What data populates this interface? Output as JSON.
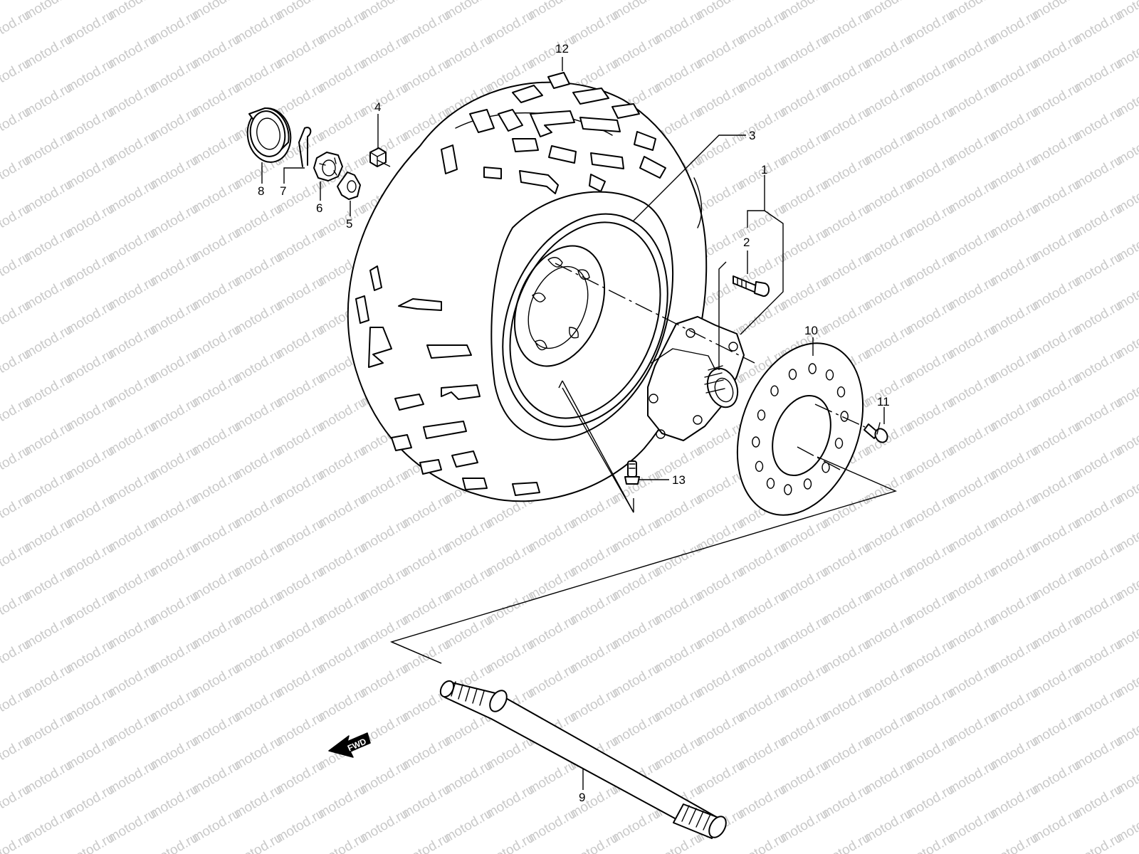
{
  "watermark": {
    "text": "motod.ru",
    "color": "#c9c9c9"
  },
  "direction_marker": {
    "label": "FWD"
  },
  "callouts": [
    {
      "id": "12",
      "label": "12"
    },
    {
      "id": "4",
      "label": "4"
    },
    {
      "id": "3",
      "label": "3"
    },
    {
      "id": "1",
      "label": "1"
    },
    {
      "id": "2",
      "label": "2"
    },
    {
      "id": "8",
      "label": "8"
    },
    {
      "id": "7",
      "label": "7"
    },
    {
      "id": "6",
      "label": "6"
    },
    {
      "id": "5",
      "label": "5"
    },
    {
      "id": "10",
      "label": "10"
    },
    {
      "id": "11",
      "label": "11"
    },
    {
      "id": "13",
      "label": "13"
    },
    {
      "id": "9",
      "label": "9"
    }
  ]
}
